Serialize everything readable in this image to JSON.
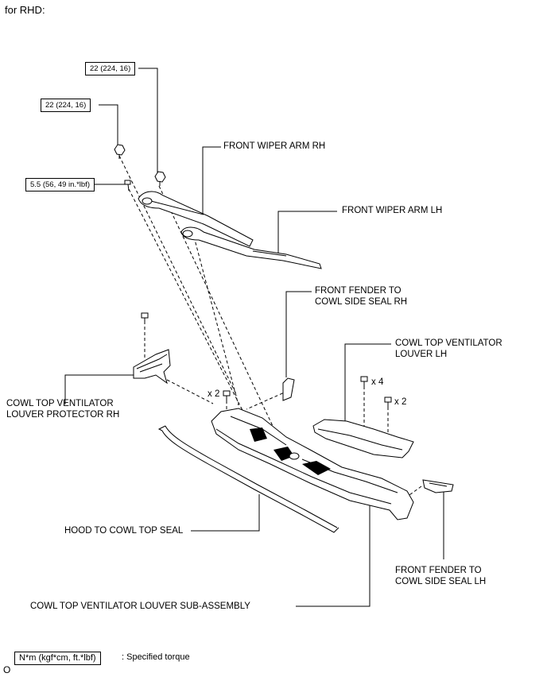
{
  "header": {
    "variant": "for RHD:"
  },
  "torque_boxes": {
    "t1": "22 (224, 16)",
    "t2": "22 (224, 16)",
    "t3": "5.5 (56, 49 in.*lbf)"
  },
  "parts": {
    "front_wiper_arm_rh": "FRONT WIPER ARM RH",
    "front_wiper_arm_lh": "FRONT WIPER ARM LH",
    "fender_seal_rh_1": "FRONT FENDER TO",
    "fender_seal_rh_2": "COWL SIDE SEAL RH",
    "louver_lh_1": "COWL TOP VENTILATOR",
    "louver_lh_2": "LOUVER LH",
    "protector_rh_1": "COWL TOP VENTILATOR",
    "protector_rh_2": "LOUVER PROTECTOR RH",
    "hood_seal": "HOOD TO COWL TOP SEAL",
    "fender_seal_lh_1": "FRONT FENDER TO",
    "fender_seal_lh_2": "COWL SIDE SEAL LH",
    "louver_sub_assembly": "COWL TOP VENTILATOR LOUVER SUB-ASSEMBLY"
  },
  "quantities": {
    "q1": "x 2",
    "q2": "x 4",
    "q3": "x 2"
  },
  "legend": {
    "unit_box": "N*m (kgf*cm, ft.*lbf)",
    "description": ": Specified torque"
  },
  "footer": {
    "code": "O"
  }
}
